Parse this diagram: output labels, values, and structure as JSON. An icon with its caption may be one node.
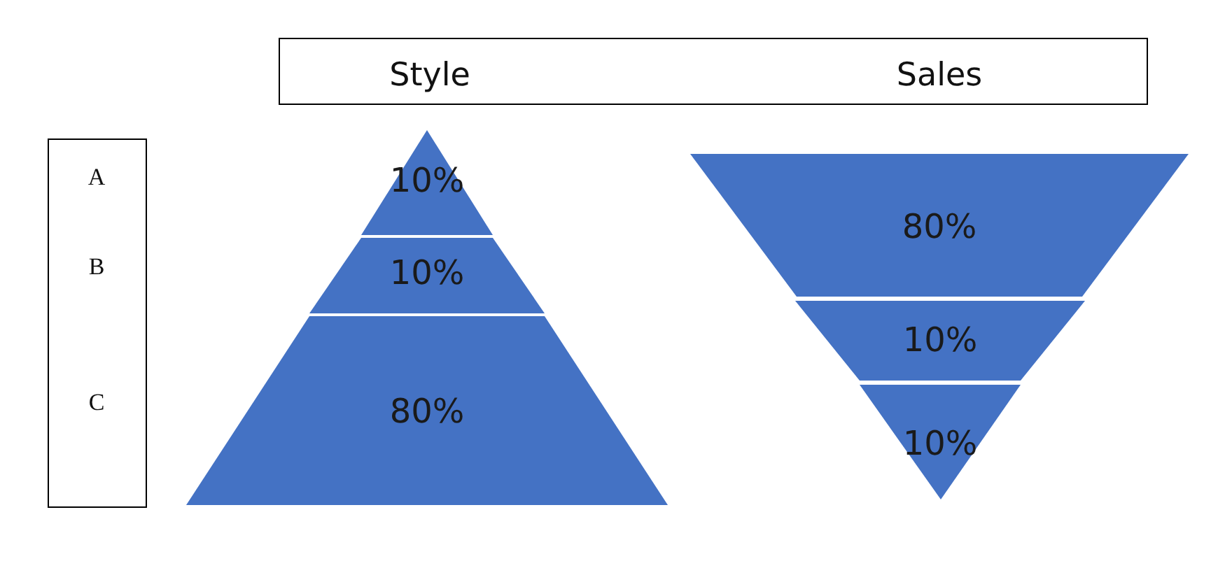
{
  "diagram": {
    "nodes": [
      {
        "text": [
          "Style",
          "Sales"
        ]
      },
      {
        "text": [
          "A",
          "B",
          "C"
        ]
      },
      {
        "text": [
          "10%"
        ]
      },
      {
        "text": [
          "10%"
        ]
      },
      {
        "text": [
          "80%"
        ]
      },
      {
        "text": [
          "80%"
        ]
      },
      {
        "text": [
          "10%"
        ]
      },
      {
        "text": [
          "10%"
        ]
      }
    ],
    "edges": []
  }
}
